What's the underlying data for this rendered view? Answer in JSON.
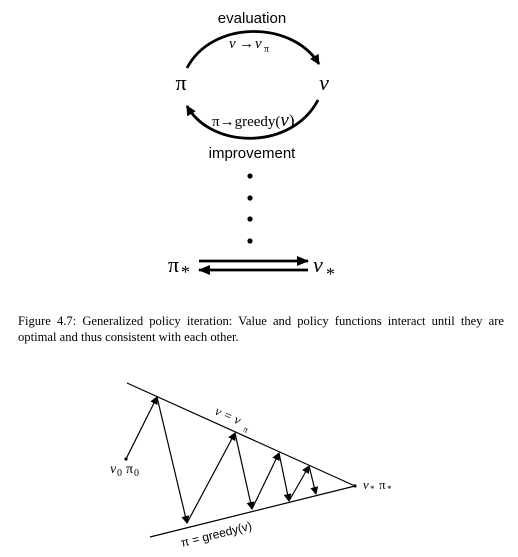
{
  "top_diagram": {
    "label_evaluation": "evaluation",
    "label_v_to_vpi_base": "v",
    "label_v_to_vpi_arrow": "→",
    "label_v_to_vpi_target": "v",
    "label_v_to_vpi_sub": "π",
    "label_pi": "π",
    "label_v": "v",
    "label_greedy_prefix": "π→greedy(",
    "label_greedy_v": "v",
    "label_greedy_close": ")",
    "label_improvement": "improvement",
    "label_pi_star": "π",
    "label_pi_star_sub": "*",
    "label_v_star": "v",
    "label_v_star_sub": "*"
  },
  "caption": {
    "text": "Figure 4.7: Generalized policy iteration: Value and policy functions interact until they are optimal and thus consistent with each other."
  },
  "bottom_diagram": {
    "label_start_v": "v",
    "label_start_v_sub": "0",
    "label_start_pi": "π",
    "label_start_pi_sub": "0",
    "label_upper_line": "v = v",
    "label_upper_line_sub": "π",
    "label_lower_line": "π = greedy(v)",
    "label_end_v": "v",
    "label_end_v_sub": "*",
    "label_end_pi": "π",
    "label_end_pi_sub": "*"
  }
}
